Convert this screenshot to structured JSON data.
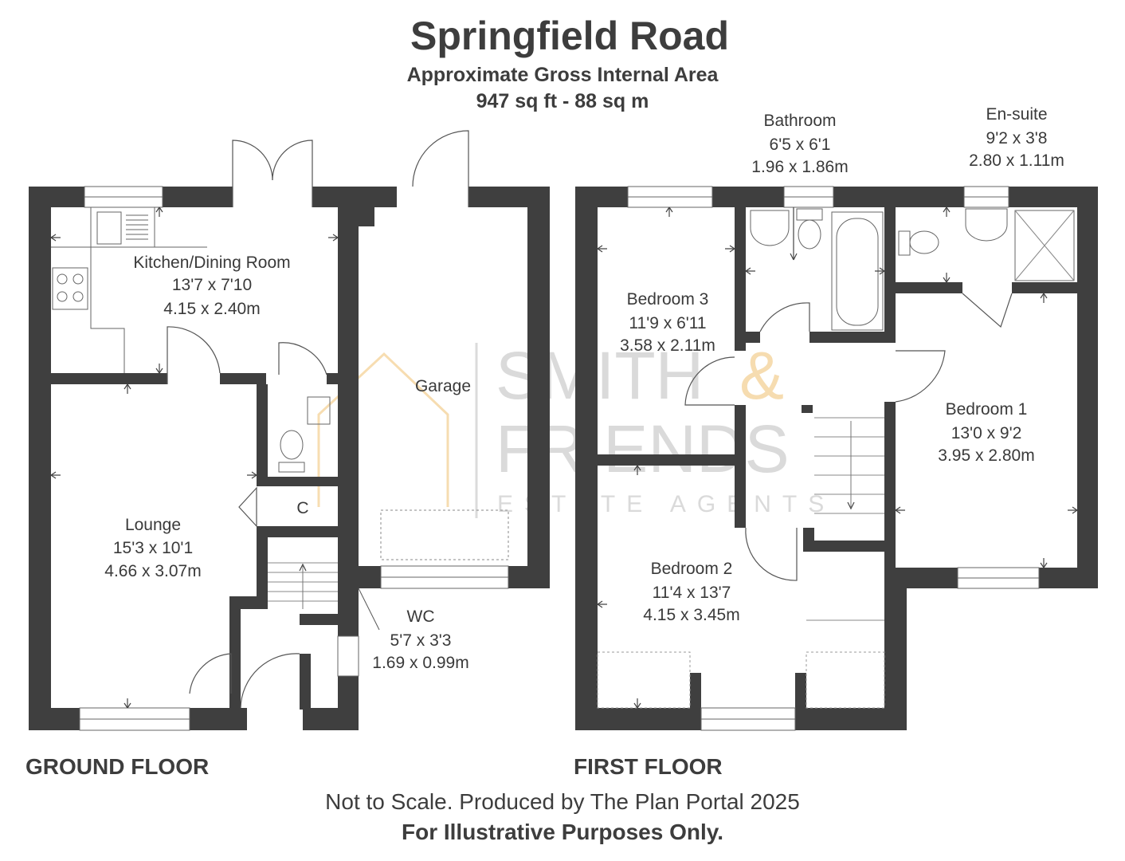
{
  "title": "Springfield Road",
  "subtitle": "Approximate Gross Internal Area",
  "area": "947 sq ft - 88 sq m",
  "floors": {
    "ground": "GROUND FLOOR",
    "first": "FIRST FLOOR"
  },
  "rooms": {
    "kitchen": {
      "name": "Kitchen/Dining Room",
      "imperial": "13'7 x 7'10",
      "metric": "4.15 x 2.40m"
    },
    "lounge": {
      "name": "Lounge",
      "imperial": "15'3 x 10'1",
      "metric": "4.66 x 3.07m"
    },
    "garage": {
      "name": "Garage"
    },
    "wc": {
      "name": "WC",
      "imperial": "5'7 x 3'3",
      "metric": "1.69 x 0.99m"
    },
    "cupboard": {
      "name": "C"
    },
    "bathroom": {
      "name": "Bathroom",
      "imperial": "6'5 x 6'1",
      "metric": "1.96 x 1.86m"
    },
    "ensuite": {
      "name": "En-suite",
      "imperial": "9'2 x 3'8",
      "metric": "2.80 x 1.11m"
    },
    "bedroom3": {
      "name": "Bedroom 3",
      "imperial": "11'9 x 6'11",
      "metric": "3.58 x 2.11m"
    },
    "bedroom1": {
      "name": "Bedroom 1",
      "imperial": "13'0 x 9'2",
      "metric": "3.95 x 2.80m"
    },
    "bedroom2": {
      "name": "Bedroom 2",
      "imperial": "11'4 x 13'7",
      "metric": "4.15 x 3.45m"
    }
  },
  "watermark": {
    "line1": "SMITH",
    "amp": "&",
    "line2": "FRIENDS",
    "line3": "ESTATE AGENTS"
  },
  "footer": {
    "line1": "Not to Scale. Produced by The Plan Portal 2025",
    "line2": "For Illustrative Purposes Only."
  },
  "colors": {
    "wall": "#3f3f3f",
    "watermark_gray": "#d6d6d6",
    "watermark_orange": "#f6d9a8"
  }
}
